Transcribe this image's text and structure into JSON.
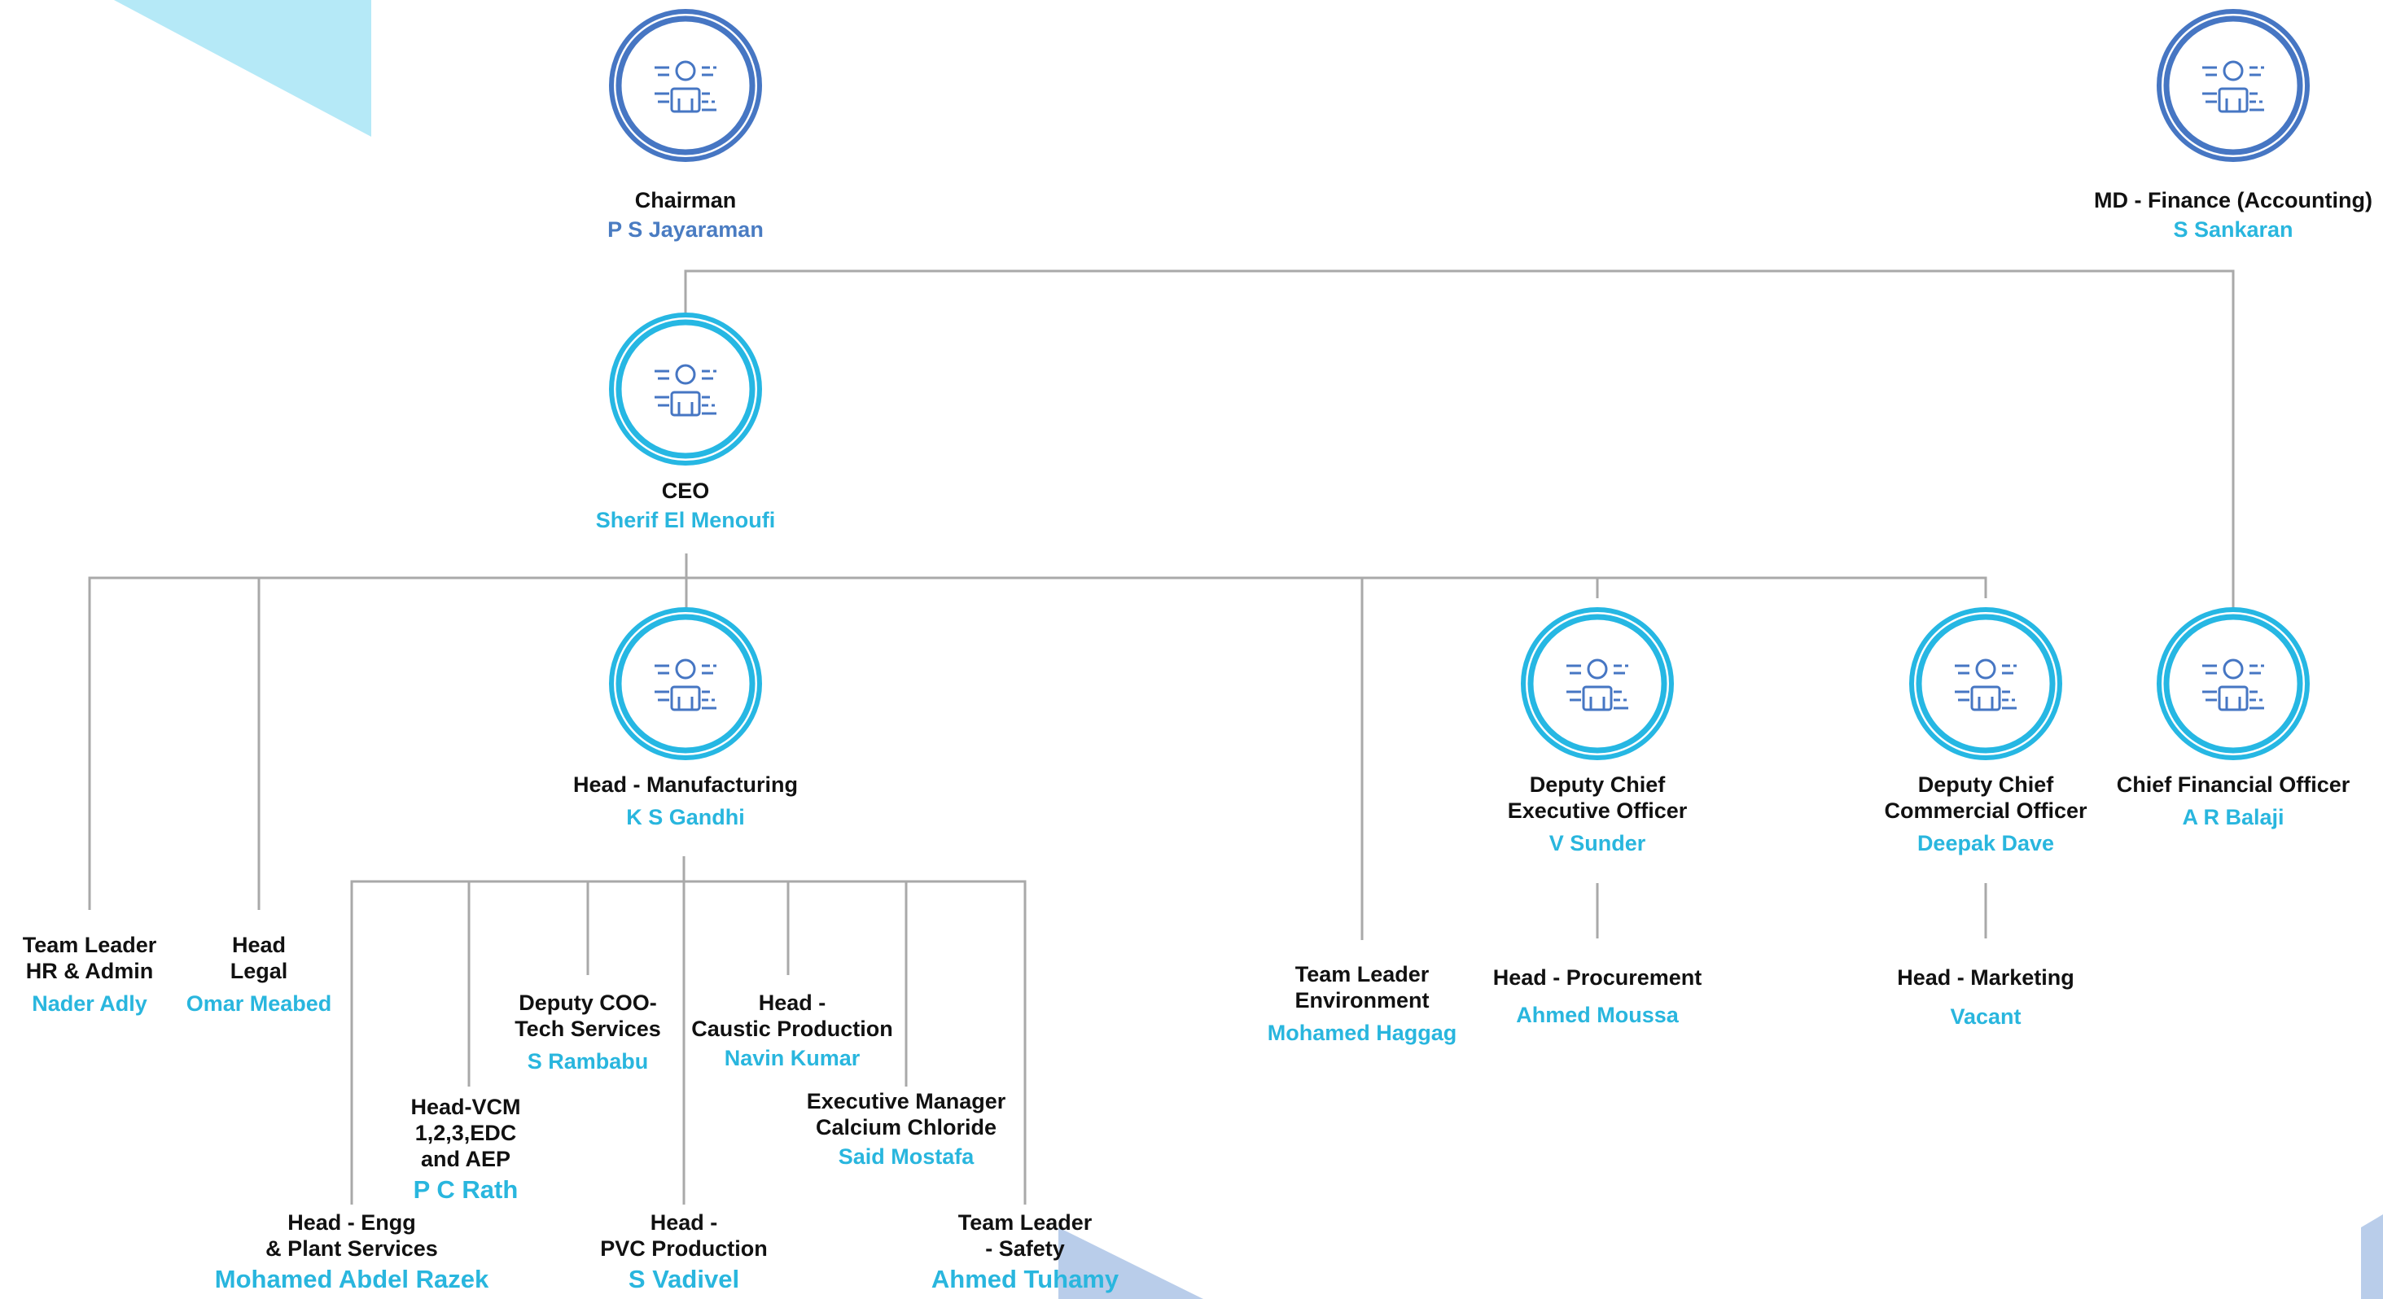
{
  "colors": {
    "connector": "#a9a9a9",
    "ring_dark": "#4676c3",
    "ring_light": "#26b7e3",
    "name_blue": "#29b6de",
    "name_dark_blue": "#4a7cc2",
    "title": "#111111",
    "decor_light": "#b5e9f7",
    "decor_mid": "#b9cdea"
  },
  "icon": "person-profile-icon",
  "nodes": {
    "chairman": {
      "title": "Chairman",
      "name": "P S Jayaraman"
    },
    "md_finance": {
      "title": "MD - Finance (Accounting)",
      "name": "S Sankaran"
    },
    "ceo": {
      "title": "CEO",
      "name": "Sherif El Menoufi"
    },
    "head_manufacturing": {
      "title": "Head - Manufacturing",
      "name": "K S Gandhi"
    },
    "deputy_ceo": {
      "title_1": "Deputy Chief",
      "title_2": "Executive Officer",
      "name": "V Sunder"
    },
    "deputy_cco": {
      "title_1": "Deputy Chief",
      "title_2": "Commercial Officer",
      "name": "Deepak Dave"
    },
    "cfo": {
      "title": "Chief Financial Officer",
      "name": "A R Balaji"
    },
    "tl_hr": {
      "title_1": "Team Leader",
      "title_2": "HR & Admin",
      "name": "Nader Adly"
    },
    "head_legal": {
      "title_1": "Head",
      "title_2": "Legal",
      "name": "Omar Meabed"
    },
    "tl_environment": {
      "title_1": "Team Leader",
      "title_2": "Environment",
      "name": "Mohamed Haggag"
    },
    "head_procurement": {
      "title": "Head - Procurement",
      "name": "Ahmed Moussa"
    },
    "head_marketing": {
      "title": "Head - Marketing",
      "name": "Vacant"
    },
    "deputy_coo": {
      "title_1": "Deputy COO-",
      "title_2": "Tech Services",
      "name": "S Rambabu"
    },
    "head_caustic": {
      "title_1": "Head -",
      "title_2": "Caustic Production",
      "name": "Navin Kumar"
    },
    "exec_calcium": {
      "title_1": "Executive Manager",
      "title_2": "Calcium Chloride",
      "name": "Said Mostafa"
    },
    "head_vcm": {
      "title_1": "Head-VCM",
      "title_2": "1,2,3,EDC",
      "title_3": "and AEP",
      "name": "P C Rath"
    },
    "head_engg": {
      "title_1": "Head - Engg",
      "title_2": "& Plant Services",
      "name": "Mohamed Abdel Razek"
    },
    "head_pvc": {
      "title_1": "Head -",
      "title_2": "PVC Production",
      "name": "S Vadivel"
    },
    "tl_safety": {
      "title_1": "Team Leader",
      "title_2": "- Safety",
      "name": "Ahmed Tuhamy"
    }
  }
}
